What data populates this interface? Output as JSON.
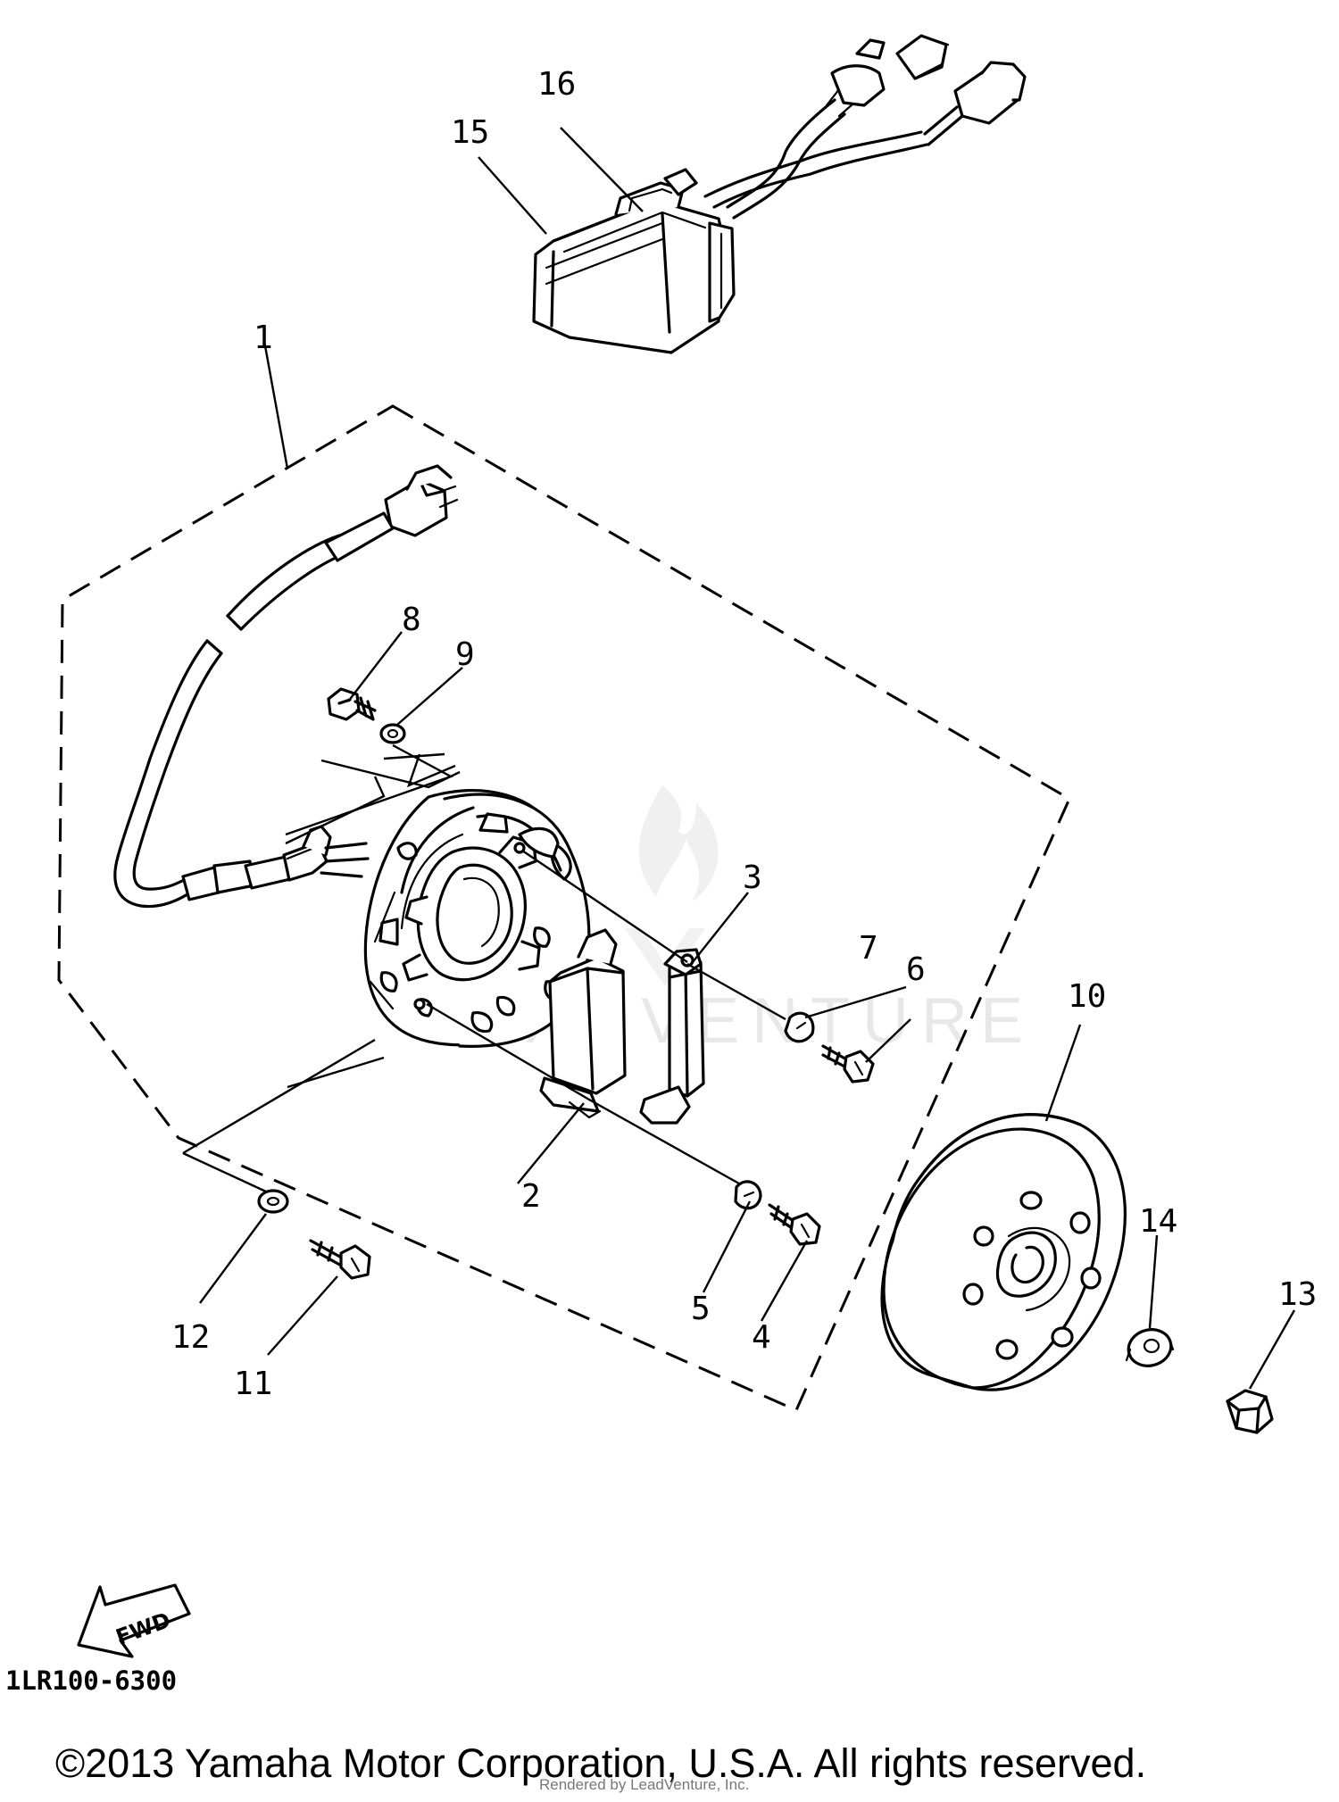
{
  "diagram_code": "1LR100-6300",
  "copyright": "©2013 Yamaha Motor Corporation, U.S.A. All rights reserved.",
  "rendered_by": "Rendered by LeadVenture, Inc.",
  "watermark": "ADVENTURE",
  "fwd_label": "FWD",
  "callouts": {
    "c1": "1",
    "c2": "2",
    "c3": "3",
    "c4": "4",
    "c5": "5",
    "c6": "6",
    "c7": "7",
    "c8": "8",
    "c9": "9",
    "c10": "10",
    "c11": "11",
    "c12": "12",
    "c13": "13",
    "c14": "14",
    "c15": "15",
    "c16": "16"
  }
}
